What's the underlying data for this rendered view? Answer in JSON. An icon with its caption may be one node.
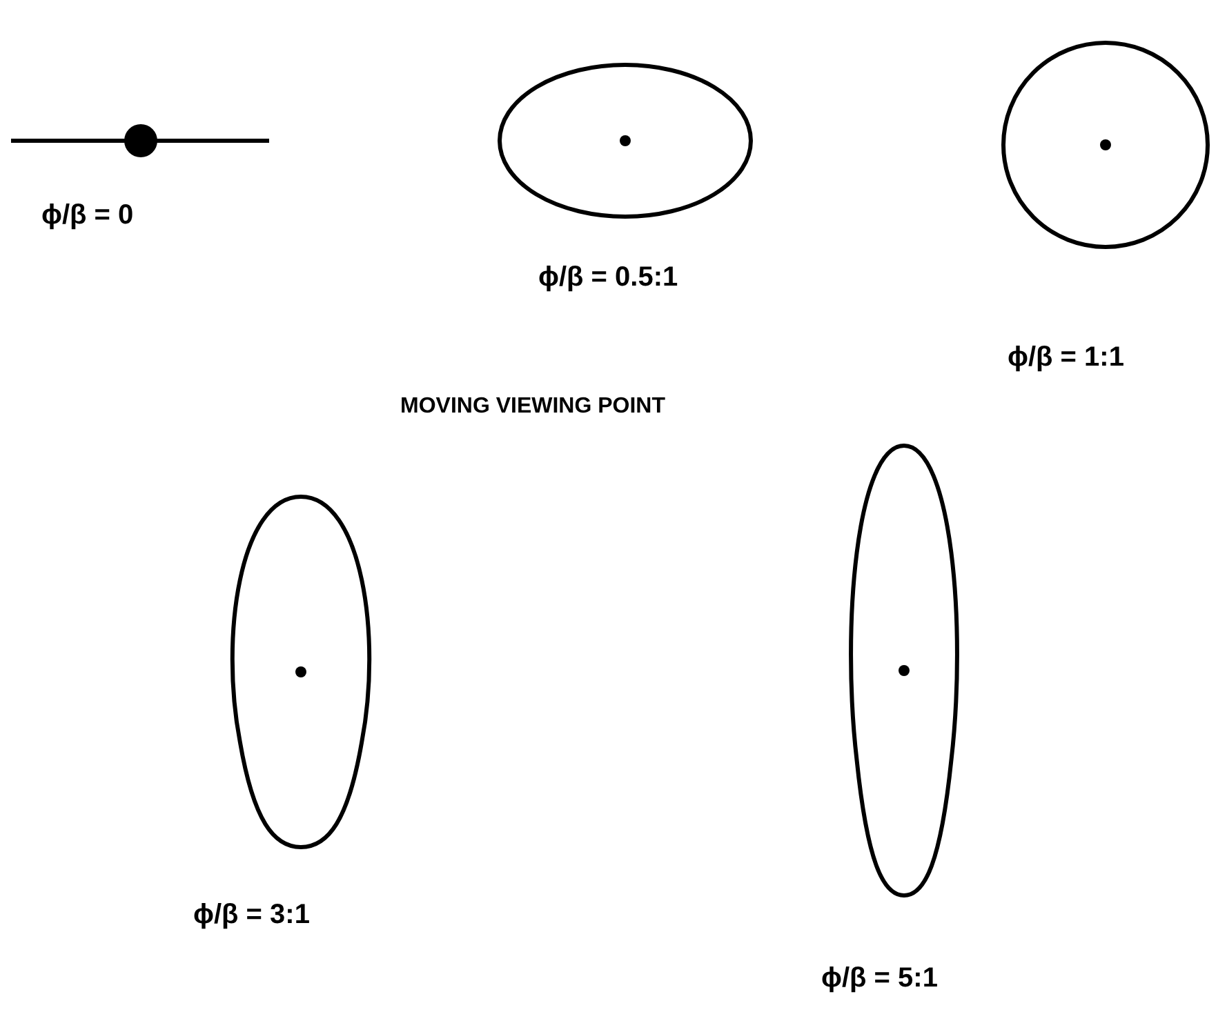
{
  "diagram": {
    "labels": [
      "ϕ/β = 0",
      "ϕ/β = 0.5:1",
      "ϕ/β = 1:1",
      "MOVING VIEWING POINT",
      "ϕ/β = 3:1",
      "ϕ/β = 5:1"
    ]
  }
}
